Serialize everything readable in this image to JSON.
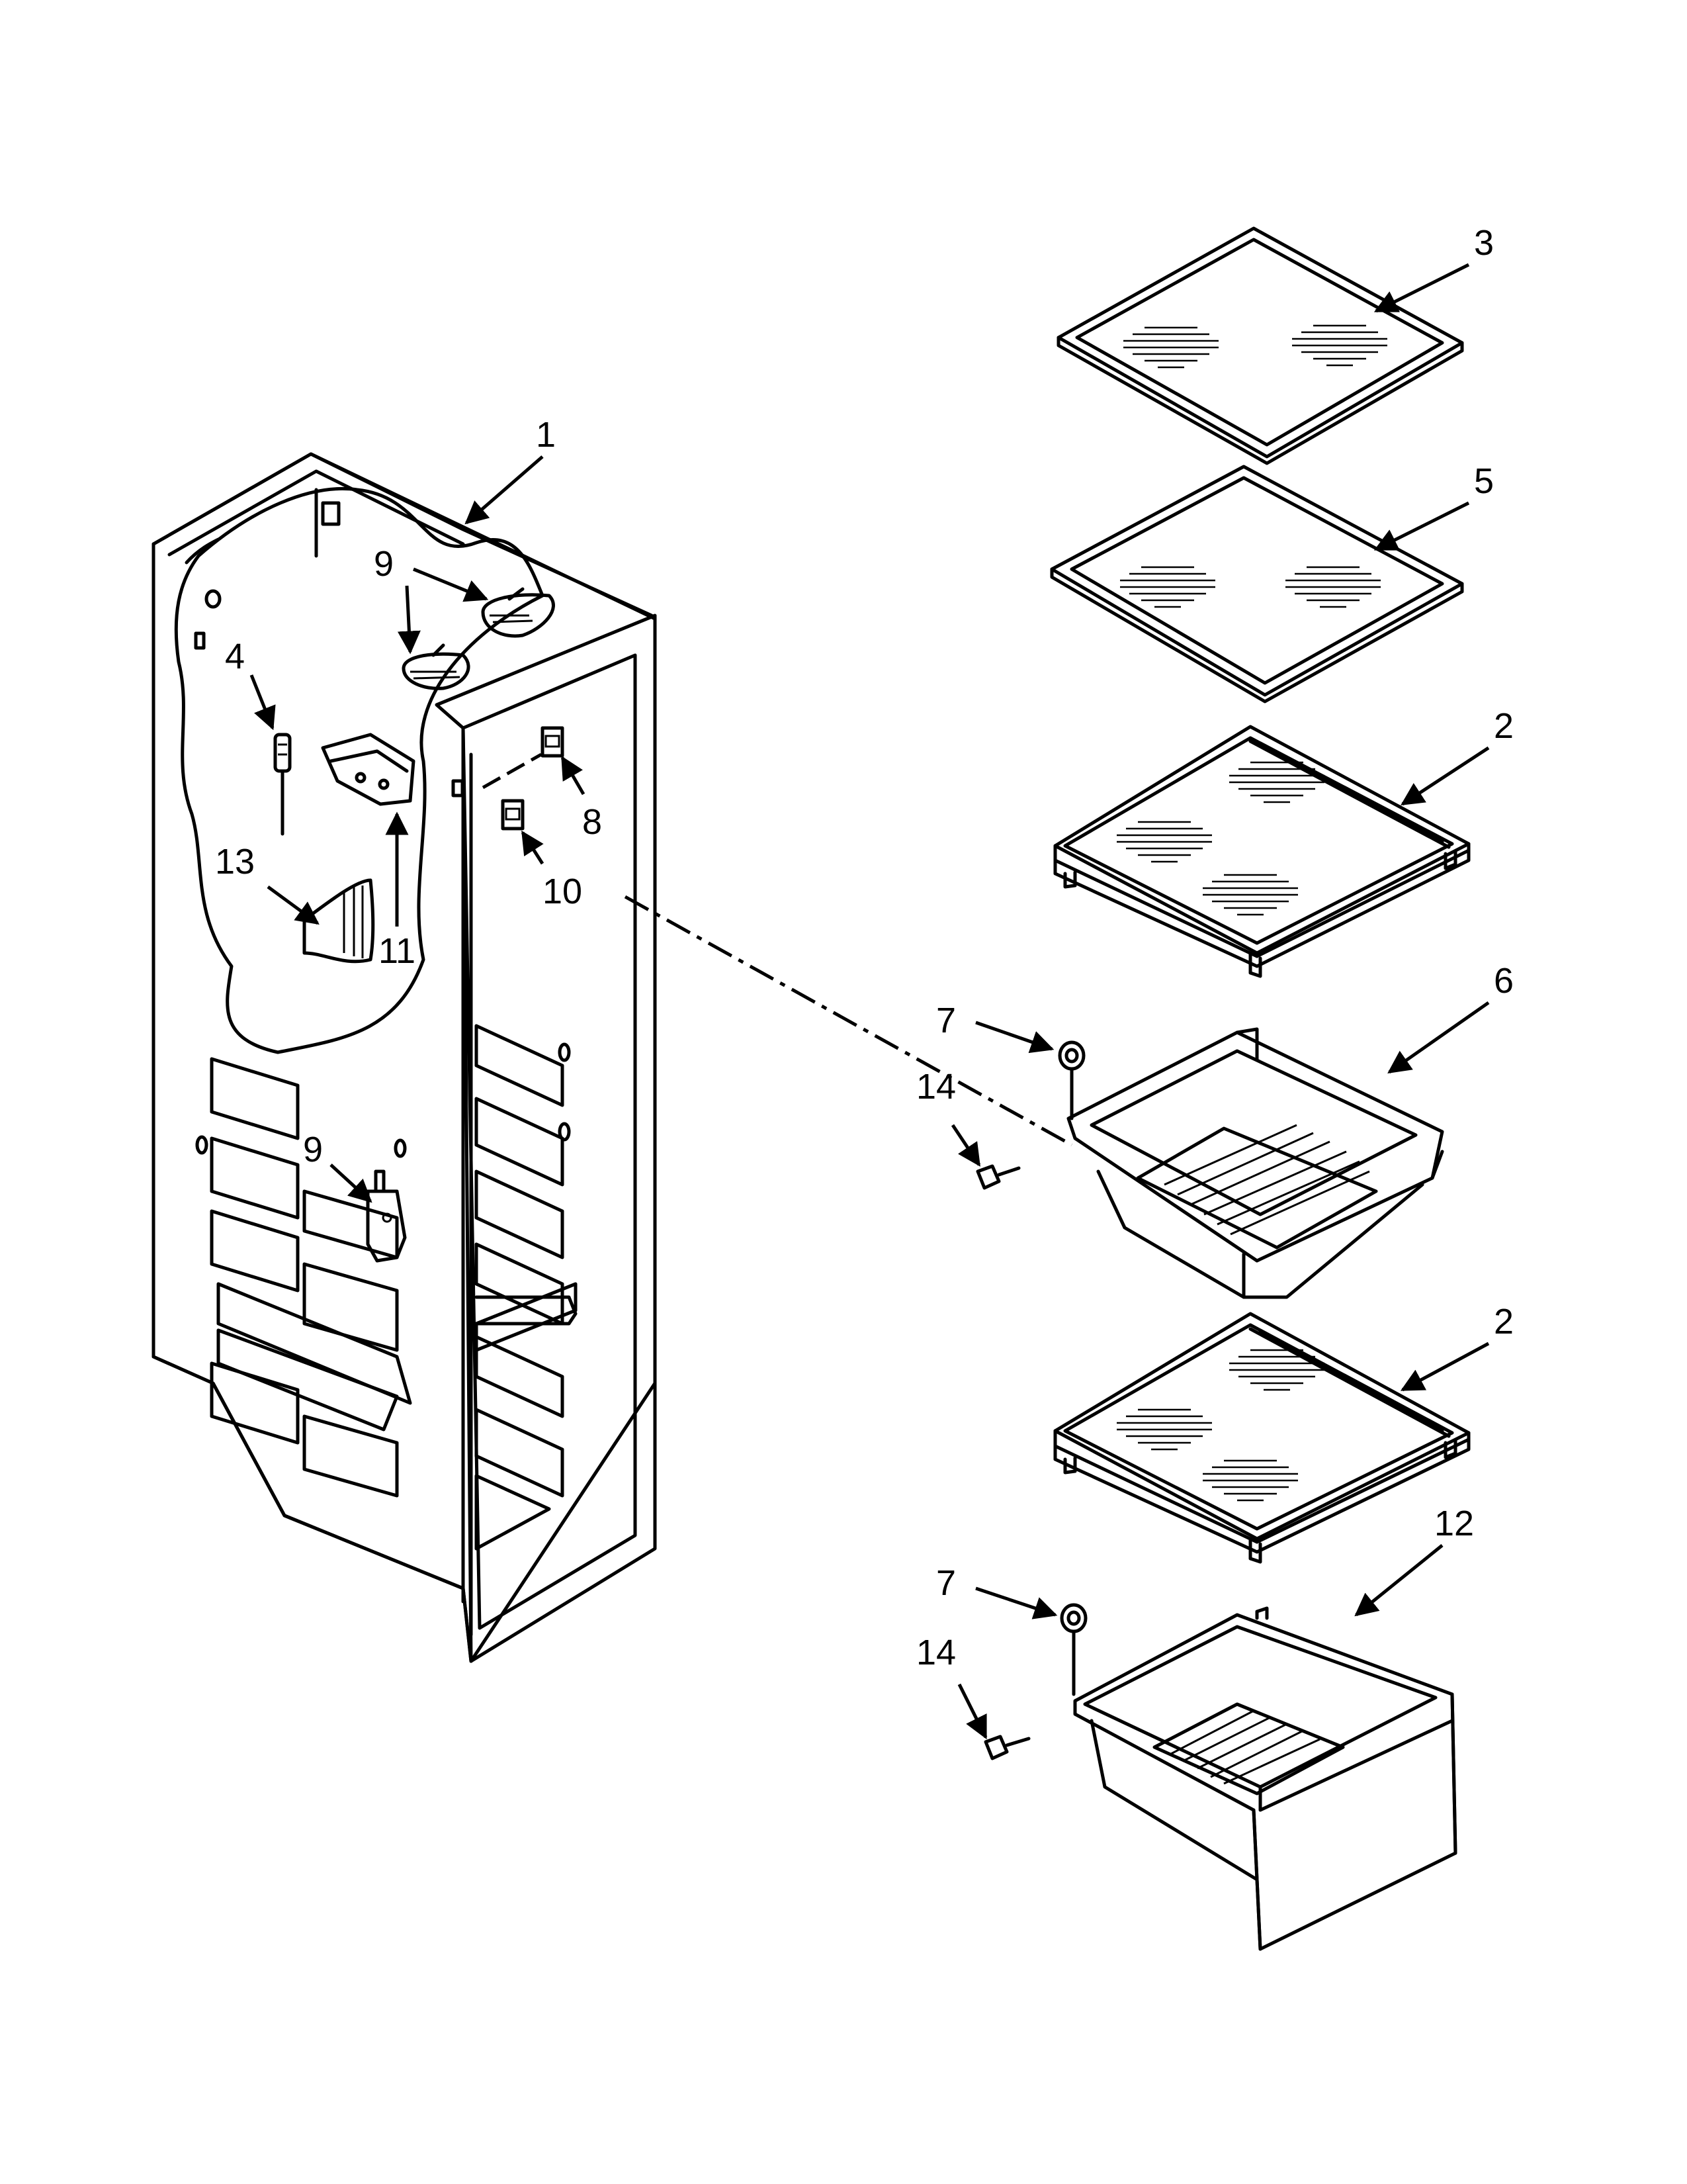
{
  "callouts": {
    "c1": "1",
    "c2a": "2",
    "c2b": "2",
    "c3": "3",
    "c4": "4",
    "c5": "5",
    "c6": "6",
    "c7a": "7",
    "c7b": "7",
    "c8": "8",
    "c9a": "9",
    "c9b": "9",
    "c10": "10",
    "c11": "11",
    "c12": "12",
    "c13": "13",
    "c14a": "14",
    "c14b": "14"
  }
}
